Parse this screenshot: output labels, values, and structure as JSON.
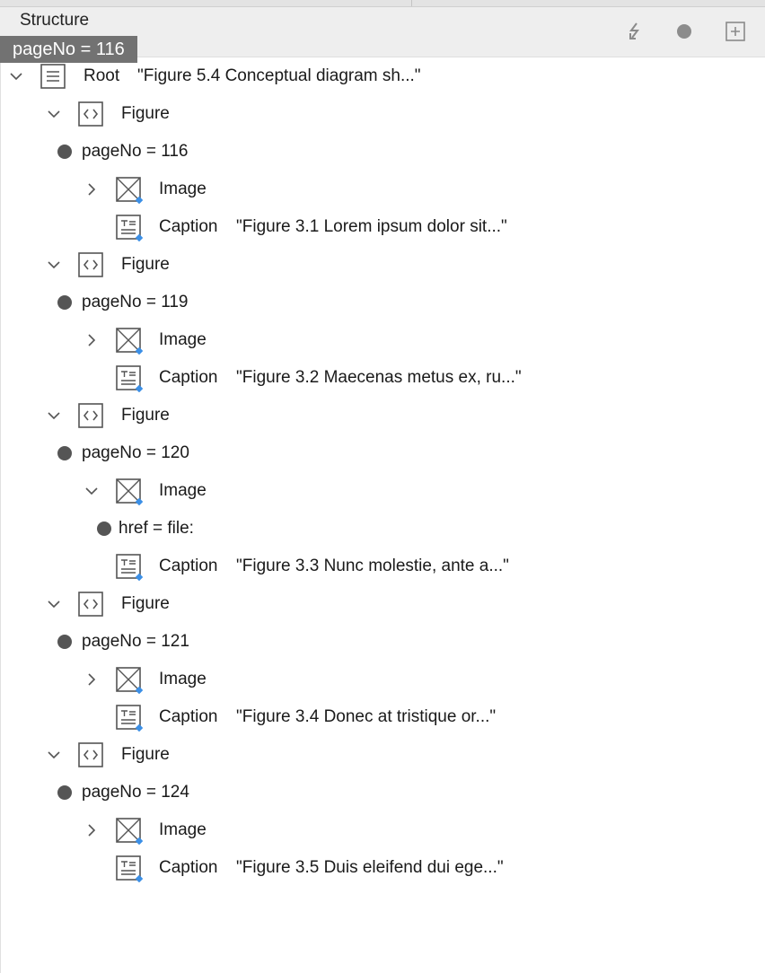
{
  "panel": {
    "title": "Structure"
  },
  "toolbar": {
    "icons": [
      "lightning-icon",
      "record-dot-icon",
      "add-box-icon"
    ]
  },
  "tooltip": {
    "text": "pageNo = 116"
  },
  "tree": [
    {
      "level": 0,
      "type": "list",
      "chevron": "down",
      "label": "Root",
      "value": "\"Figure 5.4 Conceptual diagram sh...\""
    },
    {
      "level": 1,
      "type": "code",
      "chevron": "down",
      "label": "Figure"
    },
    {
      "level": 2,
      "type": "attr",
      "label": "pageNo = 116"
    },
    {
      "level": 2,
      "type": "image",
      "chevron": "right",
      "label": "Image"
    },
    {
      "level": 2,
      "type": "caption",
      "label": "Caption",
      "value": "\"Figure 3.1 Lorem ipsum dolor sit...\""
    },
    {
      "level": 1,
      "type": "code",
      "chevron": "down",
      "label": "Figure"
    },
    {
      "level": 2,
      "type": "attr",
      "label": "pageNo = 119"
    },
    {
      "level": 2,
      "type": "image",
      "chevron": "right",
      "label": "Image"
    },
    {
      "level": 2,
      "type": "caption",
      "label": "Caption",
      "value": "\"Figure 3.2 Maecenas metus ex, ru...\""
    },
    {
      "level": 1,
      "type": "code",
      "chevron": "down",
      "label": "Figure"
    },
    {
      "level": 2,
      "type": "attr",
      "label": "pageNo = 120"
    },
    {
      "level": 2,
      "type": "image",
      "chevron": "down",
      "label": "Image"
    },
    {
      "level": 3,
      "type": "attr",
      "label": "href = file:"
    },
    {
      "level": 2,
      "type": "caption",
      "label": "Caption",
      "value": "\"Figure 3.3 Nunc molestie, ante a...\""
    },
    {
      "level": 1,
      "type": "code",
      "chevron": "down",
      "label": "Figure"
    },
    {
      "level": 2,
      "type": "attr",
      "label": "pageNo = 121"
    },
    {
      "level": 2,
      "type": "image",
      "chevron": "right",
      "label": "Image"
    },
    {
      "level": 2,
      "type": "caption",
      "label": "Caption",
      "value": "\"Figure 3.4 Donec at tristique or...\""
    },
    {
      "level": 1,
      "type": "code",
      "chevron": "down",
      "label": "Figure"
    },
    {
      "level": 2,
      "type": "attr",
      "label": "pageNo = 124"
    },
    {
      "level": 2,
      "type": "image",
      "chevron": "right",
      "label": "Image"
    },
    {
      "level": 2,
      "type": "caption",
      "label": "Caption",
      "value": "\"Figure 3.5 Duis eleifend dui ege...\""
    }
  ],
  "colors": {
    "accent": "#3b8fe6",
    "icon": "#555555",
    "tooltip_bg": "#727272",
    "header_bg": "#eeeeee"
  }
}
